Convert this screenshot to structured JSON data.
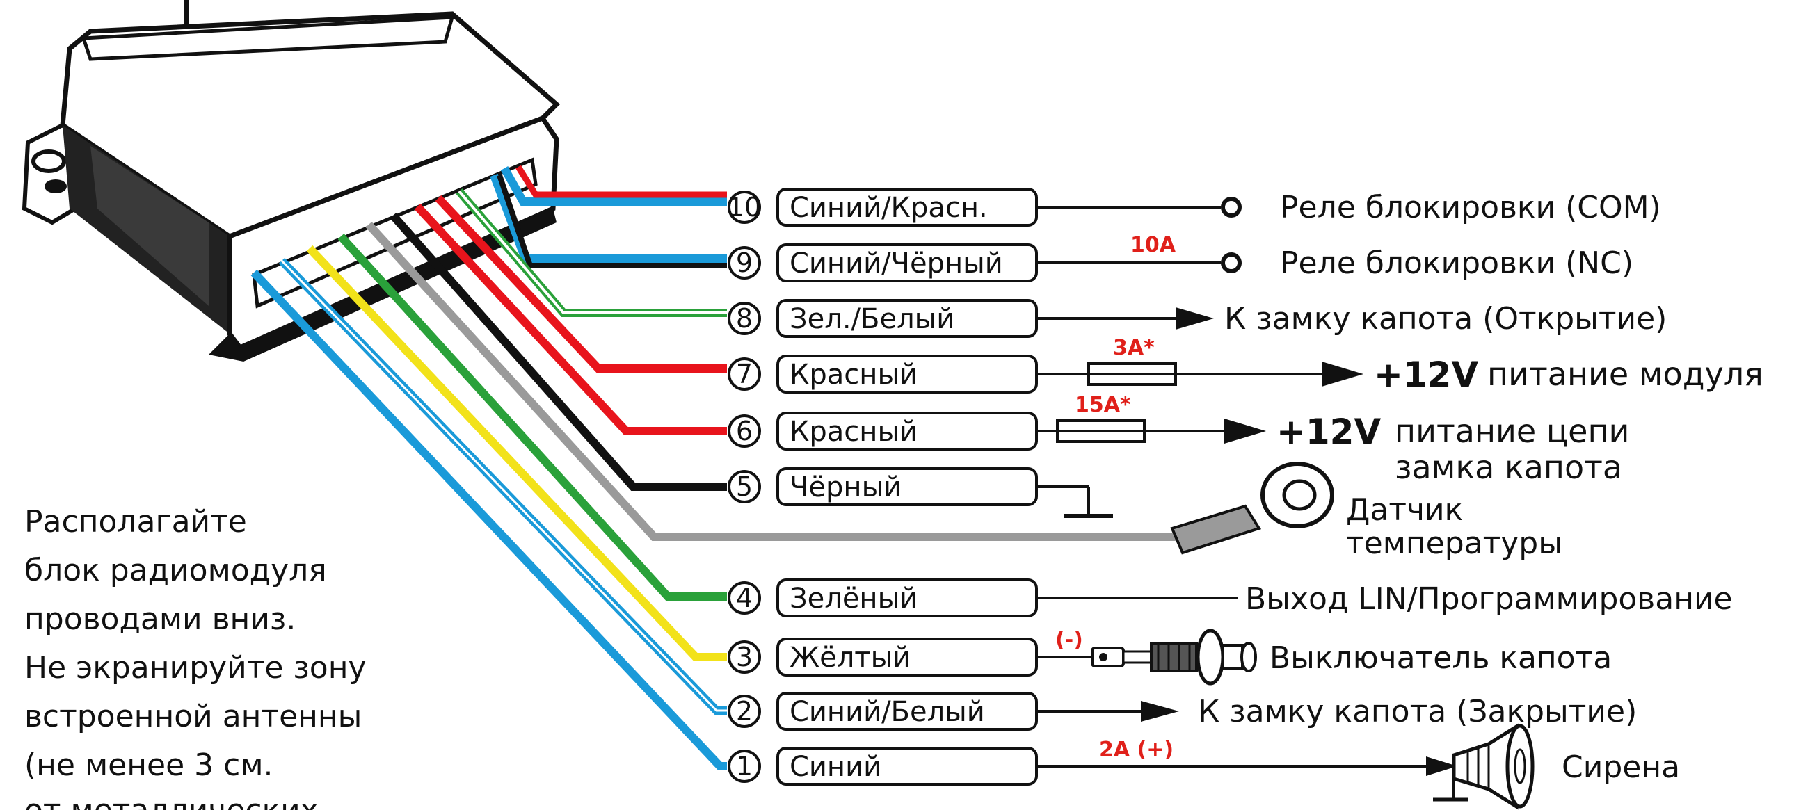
{
  "wires": [
    {
      "pin": "10",
      "name": "Синий/Красн.",
      "colors": [
        "#1a9ad9",
        "#e8141c"
      ]
    },
    {
      "pin": "9",
      "name": "Синий/Чёрный",
      "colors": [
        "#1a9ad9",
        "#111111"
      ]
    },
    {
      "pin": "8",
      "name": "Зел./Белый",
      "colors": [
        "#2aa13a",
        "#ffffff"
      ]
    },
    {
      "pin": "7",
      "name": "Красный",
      "colors": [
        "#e8141c"
      ]
    },
    {
      "pin": "6",
      "name": "Красный",
      "colors": [
        "#e8141c"
      ]
    },
    {
      "pin": "5",
      "name": "Чёрный",
      "colors": [
        "#111111"
      ]
    },
    {
      "pin": "",
      "name": "",
      "colors": [
        "#9a9a9a"
      ]
    },
    {
      "pin": "4",
      "name": "Зелёный",
      "colors": [
        "#2aa13a"
      ]
    },
    {
      "pin": "3",
      "name": "Жёлтый",
      "colors": [
        "#f2e21a"
      ]
    },
    {
      "pin": "2",
      "name": "Синий/Белый",
      "colors": [
        "#1a9ad9",
        "#ffffff"
      ]
    },
    {
      "pin": "1",
      "name": "Синий",
      "colors": [
        "#1a9ad9"
      ]
    }
  ],
  "destinations": {
    "relay_com": "Реле блокировки (COM)",
    "relay_nc": "Реле блокировки (NC)",
    "hood_open": "К замку капота (Открытие)",
    "v12_label": "+12V",
    "module_power": "питание модуля",
    "v12_label_2": "+12V",
    "hood_power_1": "питание цепи",
    "hood_power_2": "замка капота",
    "temp_sensor_1": "Датчик",
    "temp_sensor_2": "температуры",
    "lin_output": "Выход LIN/Программирование",
    "hood_switch": "Выключатель капота",
    "hood_close": "К замку капота (Закрытие)",
    "siren": "Сирена"
  },
  "fuses": {
    "pin9_current": "10A",
    "pin7_fuse": "3A*",
    "pin6_fuse": "15A*",
    "pin3_polarity": "(-)",
    "pin1_current": "2A (+)"
  },
  "note": {
    "lines": [
      "Располагайте",
      "блок радиомодуля",
      "проводами вниз.",
      "Не экранируйте зону",
      "встроенной антенны",
      "(не менее 3 см.",
      "от металлических"
    ]
  },
  "colors": {
    "red": "#e8141c",
    "blue": "#1a9ad9",
    "green": "#2aa13a",
    "yellow": "#f2e21a",
    "black": "#111111",
    "gray": "#9a9a9a"
  }
}
